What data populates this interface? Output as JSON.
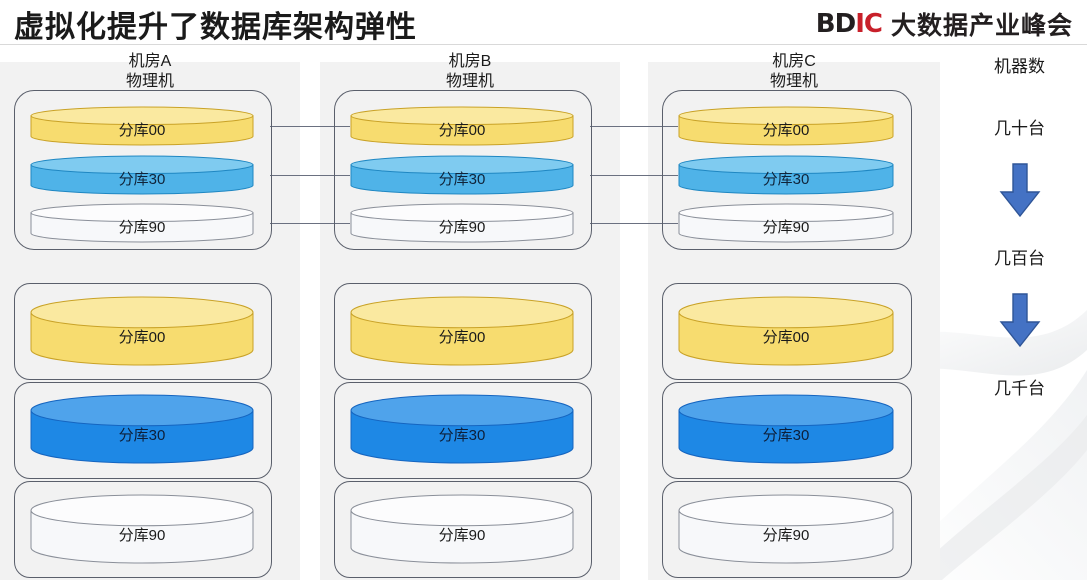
{
  "header": {
    "title": "虚拟化提升了数据库架构弹性",
    "logo": {
      "bd": "BD",
      "i": "I",
      "c": "C",
      "text": "大数据产业峰会"
    }
  },
  "colors": {
    "cyl_yellow_body": "#F7DC6F",
    "cyl_yellow_top": "#FAE9A0",
    "cyl_yellow_border": "#C9A227",
    "cyl_blue_light_body": "#4FB3E8",
    "cyl_blue_light_top": "#7FCBF0",
    "cyl_blue_light_border": "#1F87C2",
    "cyl_blue_dark_body": "#1E88E5",
    "cyl_blue_dark_top": "#4FA3EB",
    "cyl_blue_dark_border": "#1565C0",
    "cyl_white_body": "#F7F8FA",
    "cyl_white_top": "#FCFCFD",
    "cyl_white_border": "#8A8F99",
    "column_bg": "#F2F2F2",
    "box_border": "#5A5F6B",
    "connector": "#6A7080",
    "arrow_fill": "#4472C4",
    "arrow_border": "#2F5597",
    "logo_red": "#C8202A",
    "logo_black": "#231F20"
  },
  "rooms": [
    {
      "id": "a",
      "name": "机房A",
      "type": "物理机"
    },
    {
      "id": "b",
      "name": "机房B",
      "type": "物理机"
    },
    {
      "id": "c",
      "name": "机房C",
      "type": "物理机"
    }
  ],
  "shards": {
    "top_group": [
      {
        "label": "分库00",
        "color": "yellow"
      },
      {
        "label": "分库30",
        "color": "blue-light"
      },
      {
        "label": "分库90",
        "color": "white"
      }
    ],
    "bottom_groups": [
      {
        "label": "分库00",
        "color": "yellow"
      },
      {
        "label": "分库30",
        "color": "blue-dark"
      },
      {
        "label": "分库90",
        "color": "white"
      }
    ]
  },
  "scale": {
    "title": "机器数",
    "steps": [
      {
        "label": "几十台"
      },
      {
        "label": "几百台"
      },
      {
        "label": "几千台"
      }
    ],
    "arrow_glyph": "down-arrow"
  }
}
